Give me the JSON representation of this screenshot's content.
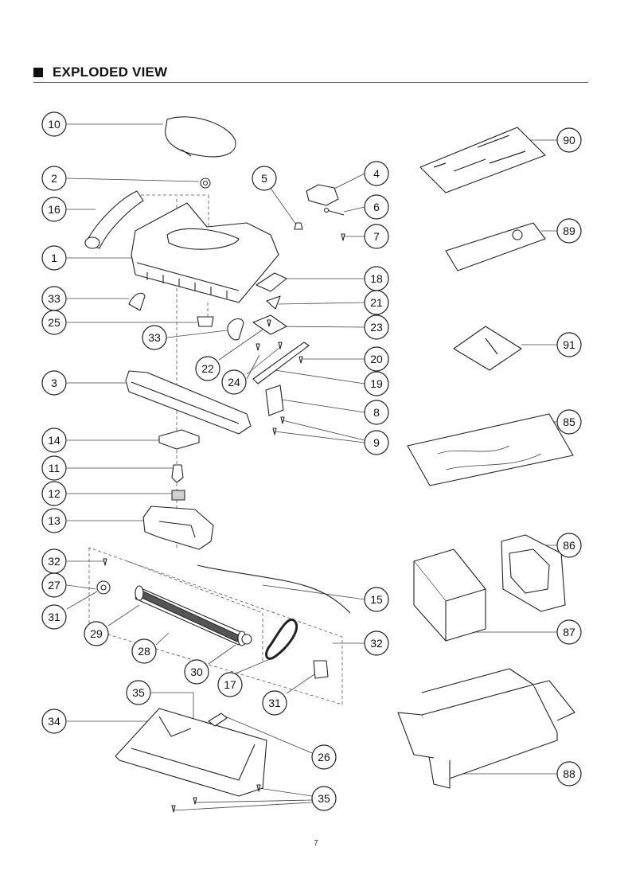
{
  "header": {
    "title": "EXPLODED VIEW"
  },
  "page_number": "7",
  "callouts": [
    {
      "id": "c10",
      "label": "10"
    },
    {
      "id": "c2",
      "label": "2"
    },
    {
      "id": "c16",
      "label": "16"
    },
    {
      "id": "c1",
      "label": "1"
    },
    {
      "id": "c33a",
      "label": "33"
    },
    {
      "id": "c25",
      "label": "25"
    },
    {
      "id": "c33b",
      "label": "33"
    },
    {
      "id": "c22",
      "label": "22"
    },
    {
      "id": "c3",
      "label": "3"
    },
    {
      "id": "c14",
      "label": "14"
    },
    {
      "id": "c11",
      "label": "11"
    },
    {
      "id": "c12",
      "label": "12"
    },
    {
      "id": "c13",
      "label": "13"
    },
    {
      "id": "c32a",
      "label": "32"
    },
    {
      "id": "c27",
      "label": "27"
    },
    {
      "id": "c31a",
      "label": "31"
    },
    {
      "id": "c29",
      "label": "29"
    },
    {
      "id": "c28",
      "label": "28"
    },
    {
      "id": "c30",
      "label": "30"
    },
    {
      "id": "c17",
      "label": "17"
    },
    {
      "id": "c35a",
      "label": "35"
    },
    {
      "id": "c31b",
      "label": "31"
    },
    {
      "id": "c34",
      "label": "34"
    },
    {
      "id": "c26",
      "label": "26"
    },
    {
      "id": "c35b",
      "label": "35"
    },
    {
      "id": "c5",
      "label": "5"
    },
    {
      "id": "c4",
      "label": "4"
    },
    {
      "id": "c6",
      "label": "6"
    },
    {
      "id": "c7",
      "label": "7"
    },
    {
      "id": "c18",
      "label": "18"
    },
    {
      "id": "c21",
      "label": "21"
    },
    {
      "id": "c23",
      "label": "23"
    },
    {
      "id": "c24",
      "label": "24"
    },
    {
      "id": "c20",
      "label": "20"
    },
    {
      "id": "c19",
      "label": "19"
    },
    {
      "id": "c8",
      "label": "8"
    },
    {
      "id": "c9",
      "label": "9"
    },
    {
      "id": "c15",
      "label": "15"
    },
    {
      "id": "c32b",
      "label": "32"
    },
    {
      "id": "c90",
      "label": "90"
    },
    {
      "id": "c89",
      "label": "89"
    },
    {
      "id": "c91",
      "label": "91"
    },
    {
      "id": "c85",
      "label": "85"
    },
    {
      "id": "c86",
      "label": "86"
    },
    {
      "id": "c87",
      "label": "87"
    },
    {
      "id": "c88",
      "label": "88"
    }
  ]
}
